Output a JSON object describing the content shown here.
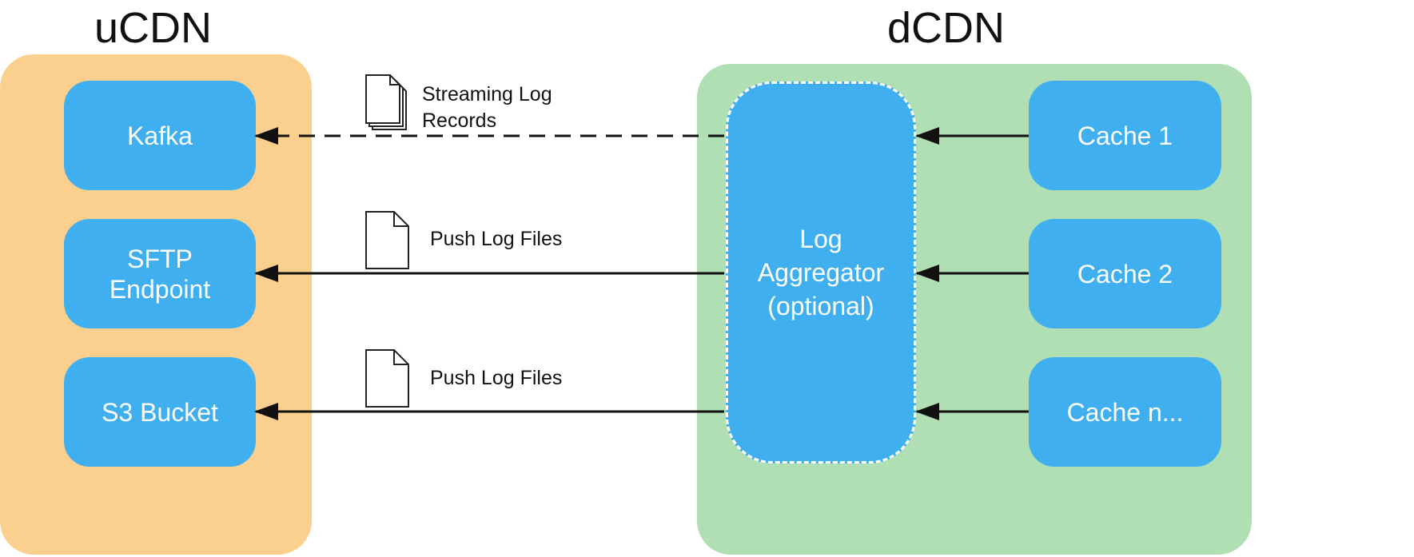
{
  "groups": {
    "ucdn": {
      "title": "uCDN"
    },
    "dcdn": {
      "title": "dCDN"
    }
  },
  "ucdn_nodes": {
    "kafka": "Kafka",
    "sftp": "SFTP\nEndpoint",
    "s3": "S3 Bucket"
  },
  "aggregator": {
    "label": "Log\nAggregator\n(optional)"
  },
  "caches": [
    "Cache 1",
    "Cache 2",
    "Cache n..."
  ],
  "edges": {
    "streaming": {
      "label": "Streaming Log\nRecords",
      "style": "dashed"
    },
    "sftp_push": {
      "label": "Push Log Files",
      "style": "solid"
    },
    "s3_push": {
      "label": "Push Log Files",
      "style": "solid"
    }
  },
  "colors": {
    "ucdn_panel": "#fbcf8e",
    "dcdn_panel": "#b0dfb4",
    "node": "#3fafef",
    "node_text": "#ffffff",
    "arrow": "#111111"
  },
  "icons": {
    "streaming": "document-stack-icon",
    "file": "document-icon"
  }
}
